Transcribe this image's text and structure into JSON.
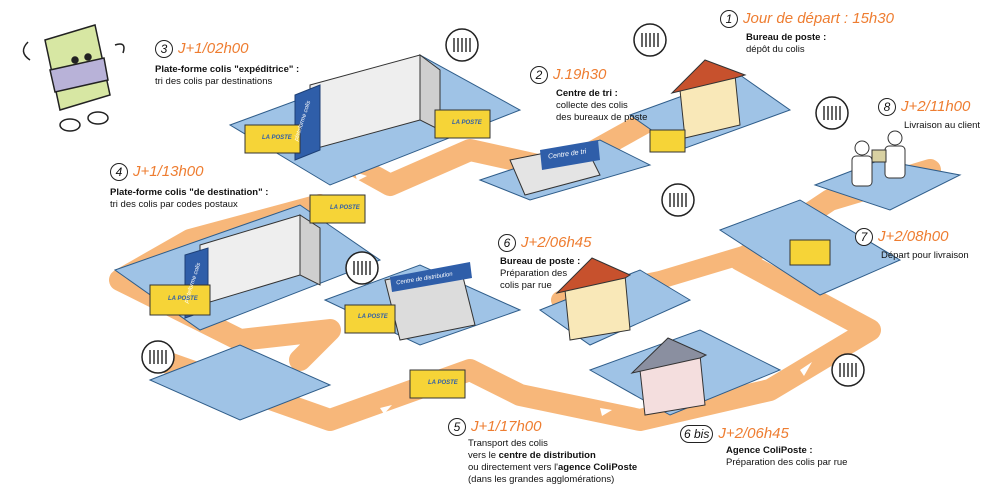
{
  "colors": {
    "route": "#f7b77a",
    "pad": "#9fc3e6",
    "pad_edge": "#2f5d8a",
    "truck": "#f6d437",
    "accent": "#ee7d31",
    "building_blue": "#2f5ea9"
  },
  "truck_label": "LA POSTE",
  "centre_tri_sign": "Centre de tri",
  "centre_distribution_sign": "Centre de distribution",
  "platform_sign": "plateforme colis",
  "steps": [
    {
      "id": "step-1",
      "num": "1",
      "time": "Jour de départ : 15h30",
      "title": "Bureau de poste :",
      "desc": "dépôt du colis"
    },
    {
      "id": "step-2",
      "num": "2",
      "time": "J.19h30",
      "title": "Centre de tri :",
      "desc": "collecte des colis",
      "desc2": "des bureaux de poste"
    },
    {
      "id": "step-3",
      "num": "3",
      "time": "J+1/02h00",
      "title": "Plate-forme colis \"expéditrice\" :",
      "desc": "tri des colis par destinations"
    },
    {
      "id": "step-4",
      "num": "4",
      "time": "J+1/13h00",
      "title": "Plate-forme colis \"de destination\" :",
      "desc": "tri des colis par codes postaux"
    },
    {
      "id": "step-5",
      "num": "5",
      "time": "J+1/17h00",
      "line1": "Transport des colis",
      "line2a": "vers le ",
      "line2b": "centre de distribution",
      "line3a": "ou directement vers l'",
      "line3b": "agence ColiPoste",
      "line4": "(dans les grandes agglomérations)"
    },
    {
      "id": "step-6",
      "num": "6",
      "time": "J+2/06h45",
      "title": "Bureau de poste :",
      "desc": "Préparation des",
      "desc2": "colis par rue"
    },
    {
      "id": "step-6bis",
      "num": "6 bis",
      "time": "J+2/06h45",
      "title": "Agence ColiPoste :",
      "desc": "Préparation des colis par rue"
    },
    {
      "id": "step-7",
      "num": "7",
      "time": "J+2/08h00",
      "desc": "Départ pour livraison"
    },
    {
      "id": "step-8",
      "num": "8",
      "time": "J+2/11h00",
      "desc": "Livraison au client"
    }
  ]
}
